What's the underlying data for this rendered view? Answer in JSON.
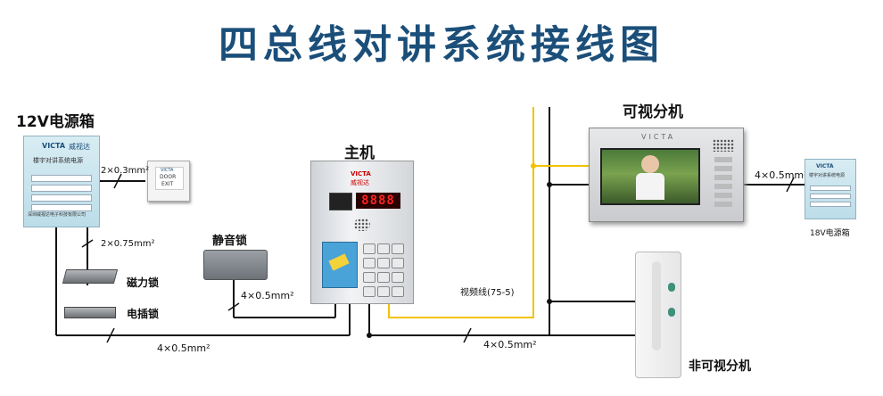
{
  "title": "四总线对讲系统接线图",
  "components": {
    "psu12": {
      "label": "12V电源箱",
      "brand": "VICTA",
      "brand_cn": "威视达",
      "name": "楼宇对讲系统电源",
      "maker": "深圳威视达电子科技有限公司"
    },
    "psu18": {
      "label": "18V电源箱",
      "brand": "VICTA",
      "name": "楼宇对讲系统电源"
    },
    "exit": {
      "line1": "DOOR",
      "line2": "EXIT",
      "brand": "VICTA"
    },
    "main_unit": {
      "label": "主机",
      "brand": "VICTA",
      "brand_cn": "威视达",
      "display": "8888"
    },
    "mute_lock": {
      "label": "静音锁"
    },
    "mag_lock": {
      "label": "磁力锁"
    },
    "bolt_lock": {
      "label": "电插锁"
    },
    "video_monitor": {
      "label": "可视分机",
      "brand": "VICTA"
    },
    "audio_handset": {
      "label": "非可视分机"
    }
  },
  "wires": {
    "psu_exit": "2×0.3mm²",
    "psu_locks": "2×0.75mm²",
    "mute_lock_main": "4×0.5mm²",
    "bottom_main": "4×0.5mm²",
    "bottom_right": "4×0.5mm²",
    "monitor_psu18": "4×0.5mm²",
    "video_line": "视频线(75-5)"
  },
  "colors": {
    "title": "#1b4f7a",
    "wire": "#111111",
    "video_wire": "#f2c200"
  }
}
